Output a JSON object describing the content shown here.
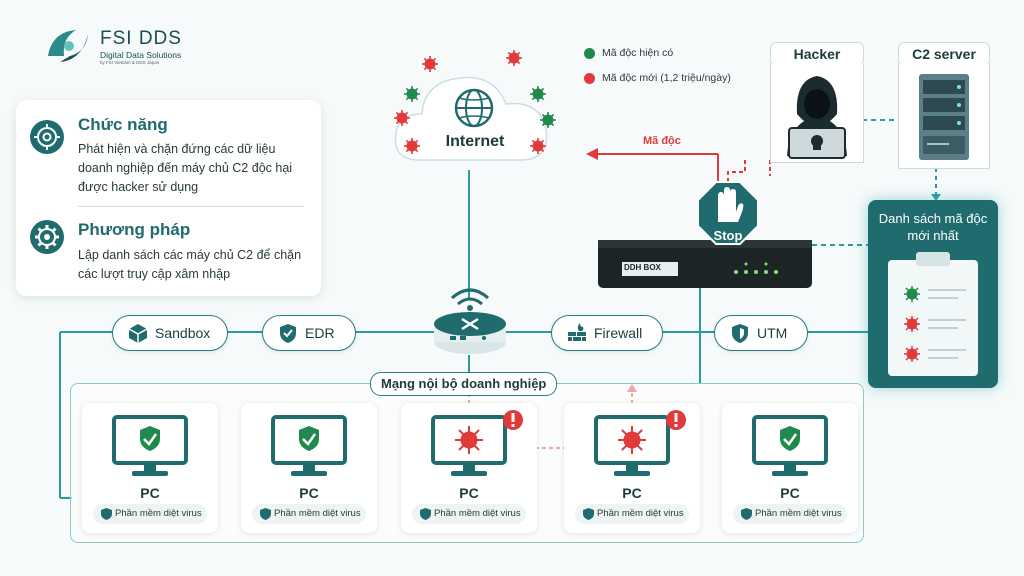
{
  "logo": {
    "name": "FSI DDS",
    "tagline": "Digital Data Solutions",
    "byline": "by FSI Vietnam & DDS Japan"
  },
  "features": [
    {
      "title": "Chức năng",
      "text": "Phát hiện và chặn đứng các dữ liệu doanh nghiệp đến máy chủ C2 độc hại được hacker sử dụng"
    },
    {
      "title": "Phương pháp",
      "text": "Lập danh sách các máy chủ C2 để chặn các lượt truy cập xâm nhập"
    }
  ],
  "legend": [
    {
      "label": "Mã độc hiện có",
      "color": "#1f8a4c"
    },
    {
      "label": "Mã độc mới (1,2 triệu/ngày)",
      "color": "#e03a3a"
    }
  ],
  "internet_label": "Internet",
  "hacker_label": "Hacker",
  "c2_label": "C2 server",
  "malware_arrow_label": "Mã độc",
  "stop_label": "Stop",
  "appliance_label": "DDH BOX",
  "blacklist_title": "Danh sách mã độc mới nhất",
  "security_modules": {
    "sandbox": "Sandbox",
    "edr": "EDR",
    "firewall": "Firewall",
    "utm": "UTM"
  },
  "lan_label": "Mạng nội bộ doanh nghiệp",
  "pcs": [
    {
      "label": "PC",
      "antivirus": "Phần mềm diệt virus",
      "state": "safe"
    },
    {
      "label": "PC",
      "antivirus": "Phần mềm diệt virus",
      "state": "safe"
    },
    {
      "label": "PC",
      "antivirus": "Phần mềm diệt virus",
      "state": "infected"
    },
    {
      "label": "PC",
      "antivirus": "Phần mềm diệt virus",
      "state": "infected"
    },
    {
      "label": "PC",
      "antivirus": "Phần mềm diệt virus",
      "state": "safe"
    }
  ],
  "colors": {
    "teal": "#1f6b6e",
    "red": "#e03a3a",
    "green": "#1f8a4c",
    "line": "#2a9a9c"
  }
}
